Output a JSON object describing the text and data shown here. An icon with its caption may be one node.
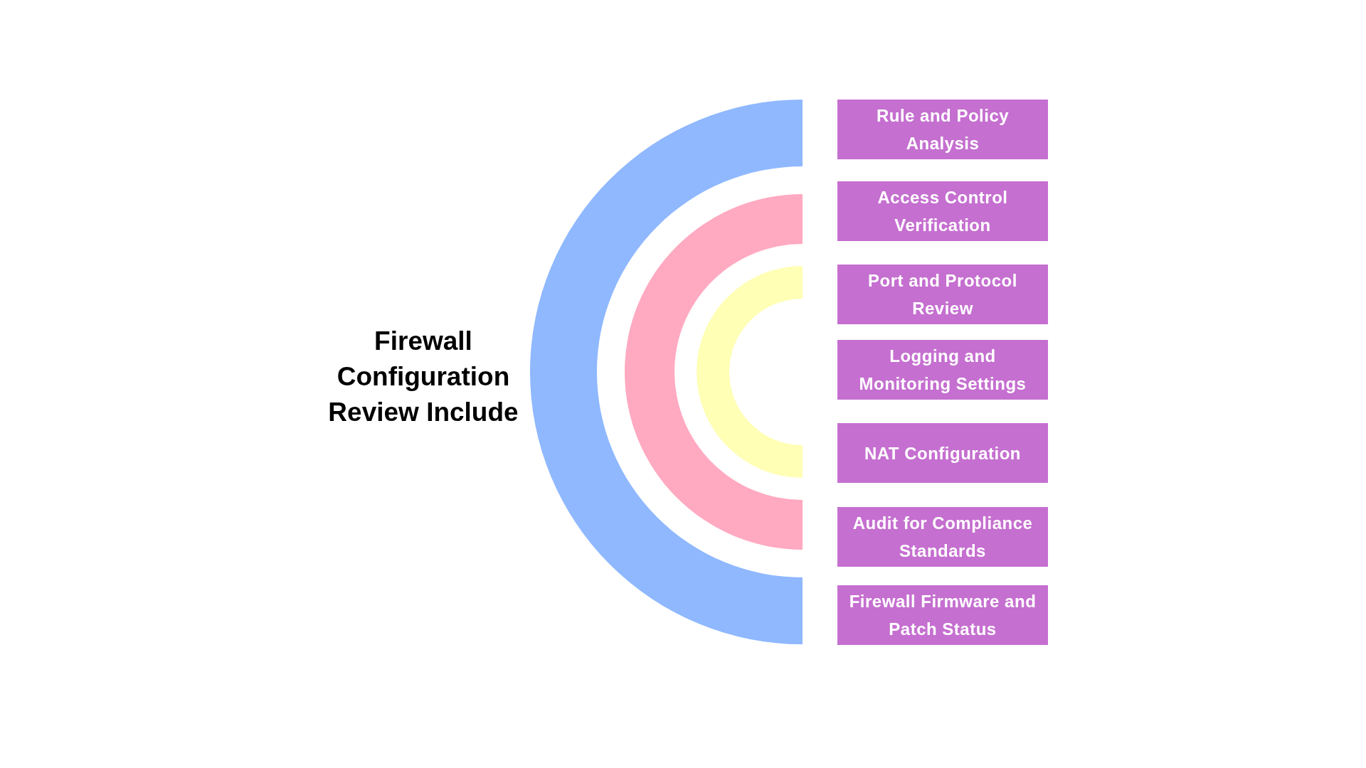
{
  "diagram": {
    "title": "Firewall Configuration Review Include",
    "nodes": [
      {
        "text": [
          "Rule and Policy Analysis"
        ]
      },
      {
        "text": [
          "Access Control Verification"
        ]
      },
      {
        "text": [
          "Port and Protocol Review"
        ]
      },
      {
        "text": [
          "Logging and Monitoring Settings"
        ]
      },
      {
        "text": [
          "NAT Configuration"
        ]
      },
      {
        "text": [
          "Audit for Compliance Standards"
        ]
      },
      {
        "text": [
          "Firewall Firmware and Patch Status"
        ]
      }
    ]
  }
}
